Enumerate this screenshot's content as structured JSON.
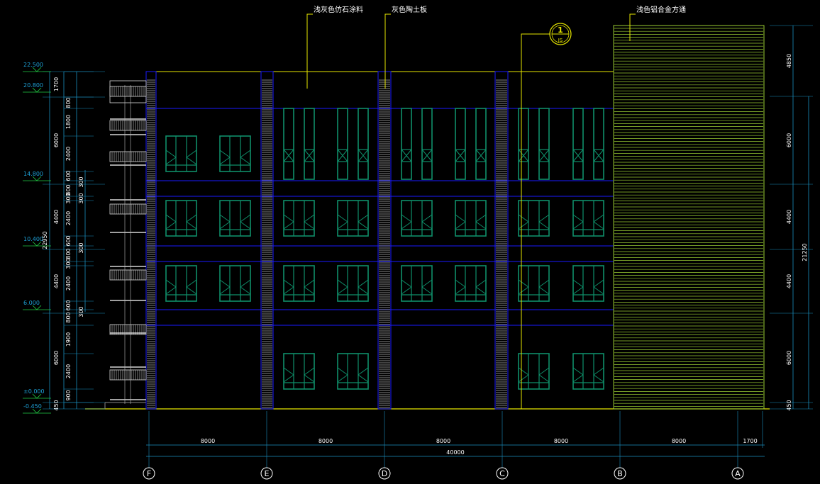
{
  "colors": {
    "background": "#000000",
    "outline": "#e6e600",
    "floor_line": "#1a1aff",
    "window": "#0f8f6a",
    "dimension": "#1a8fbf",
    "level_marker": "#22cc44",
    "level_text": "#1ea0d6",
    "annotation": "#ffffff",
    "cladding": "#9acd32",
    "strip": "#dcdcdc"
  },
  "annotations": {
    "stone_paint": "浅灰色仿石涂料",
    "ceramic_board": "灰色陶土板",
    "aluminum_panel": "浅色铝合金方通"
  },
  "detail_callout": {
    "number": "1",
    "sheet": "JS"
  },
  "levels": [
    {
      "label": "22.500",
      "y": 22.5
    },
    {
      "label": "20.800",
      "y": 20.8
    },
    {
      "label": "14.800",
      "y": 14.8
    },
    {
      "label": "10.400",
      "y": 10.4
    },
    {
      "label": "6.000",
      "y": 6.0
    },
    {
      "label": "±0.000",
      "y": 0.0
    },
    {
      "label": "-0.450",
      "y": -0.45
    }
  ],
  "left_dims_outer": [
    "1700",
    "6000",
    "4400",
    "4400",
    "6000",
    "450"
  ],
  "left_dims_total": "22950",
  "left_dims_inner": [
    "800",
    "1800",
    "2400",
    "600",
    "800",
    "300",
    "2400",
    "600",
    "800",
    "300",
    "2400",
    "600",
    "800",
    "1900",
    "2400",
    "900"
  ],
  "left_dims_small": [
    "300",
    "300",
    "300",
    "300"
  ],
  "right_dims": [
    "4850",
    "6000",
    "4400",
    "4400",
    "6000",
    "450"
  ],
  "right_dims_total": "21250",
  "bottom_spans": [
    "8000",
    "8000",
    "8000",
    "8000",
    "8000",
    "1700"
  ],
  "bottom_total": "40000",
  "axes": [
    "F",
    "E",
    "D",
    "C",
    "B",
    "A"
  ]
}
